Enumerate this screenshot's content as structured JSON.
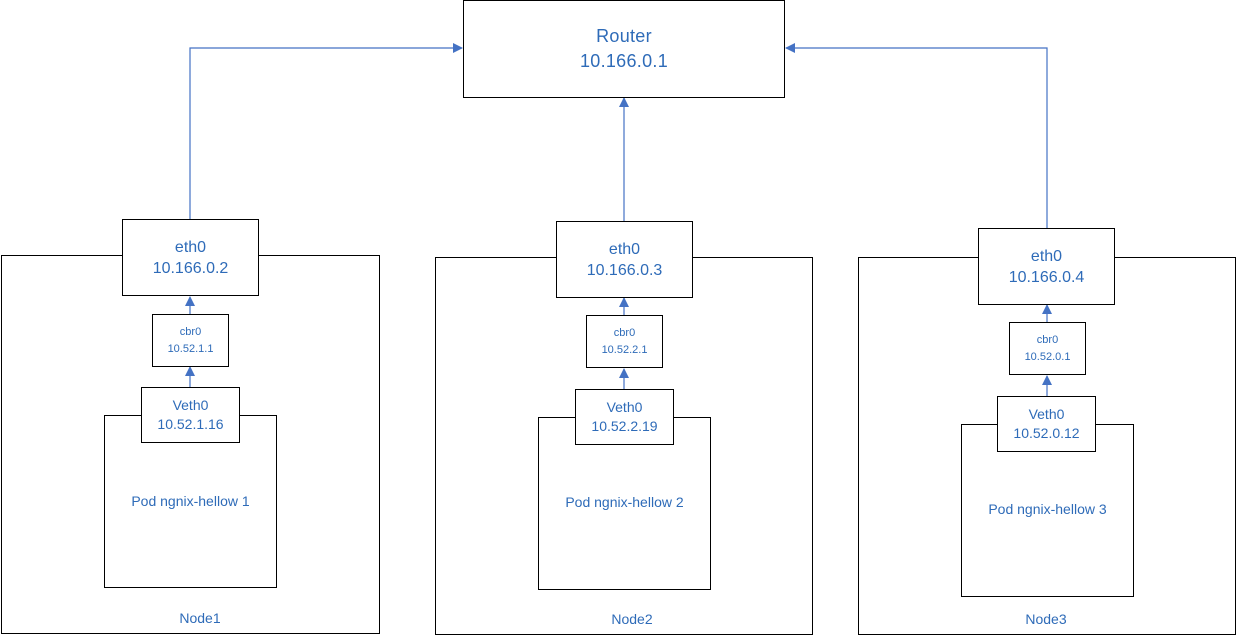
{
  "colors": {
    "arrow": "#4472c4",
    "text": "#2e6bb8",
    "border": "#000000"
  },
  "router": {
    "name": "Router",
    "ip": "10.166.0.1"
  },
  "nodes": [
    {
      "label": "Node1",
      "eth": {
        "name": "eth0",
        "ip": "10.166.0.2"
      },
      "cbr": {
        "name": "cbr0",
        "ip": "10.52.1.1"
      },
      "veth": {
        "name": "Veth0",
        "ip": "10.52.1.16"
      },
      "pod": "Pod ngnix-hellow 1"
    },
    {
      "label": "Node2",
      "eth": {
        "name": "eth0",
        "ip": "10.166.0.3"
      },
      "cbr": {
        "name": "cbr0",
        "ip": "10.52.2.1"
      },
      "veth": {
        "name": "Veth0",
        "ip": "10.52.2.19"
      },
      "pod": "Pod ngnix-hellow 2"
    },
    {
      "label": "Node3",
      "eth": {
        "name": "eth0",
        "ip": "10.166.0.4"
      },
      "cbr": {
        "name": "cbr0",
        "ip": "10.52.0.1"
      },
      "veth": {
        "name": "Veth0",
        "ip": "10.52.0.12"
      },
      "pod": "Pod ngnix-hellow 3"
    }
  ]
}
